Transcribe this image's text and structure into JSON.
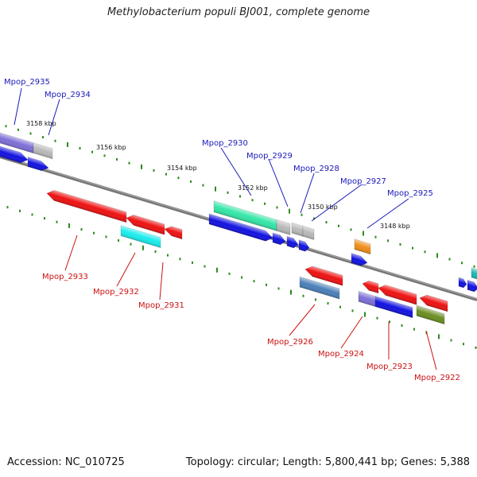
{
  "title": "Methylobacterium populi BJ001, complete genome",
  "footer": {
    "accession": "Accession: NC_010725",
    "summary": "Topology: circular; Length: 5,800,441 bp; Genes: 5,388"
  },
  "colors": {
    "forward_label": "#1a1ab8",
    "reverse_label": "#cc1111",
    "backbone": "#808080",
    "tick": "#2e8b1e"
  },
  "kbp_labels": [
    "3158 kbp",
    "3156 kbp",
    "3154 kbp",
    "3152 kbp",
    "3150 kbp",
    "3148 kbp"
  ],
  "genes_forward": [
    {
      "label": "Mpop_2935"
    },
    {
      "label": "Mpop_2934"
    },
    {
      "label": "Mpop_2930"
    },
    {
      "label": "Mpop_2929"
    },
    {
      "label": "Mpop_2928"
    },
    {
      "label": "Mpop_2927"
    },
    {
      "label": "Mpop_2925"
    }
  ],
  "genes_reverse": [
    {
      "label": "Mpop_2933"
    },
    {
      "label": "Mpop_2932"
    },
    {
      "label": "Mpop_2931"
    },
    {
      "label": "Mpop_2926"
    },
    {
      "label": "Mpop_2924"
    },
    {
      "label": "Mpop_2923"
    },
    {
      "label": "Mpop_2922"
    }
  ]
}
